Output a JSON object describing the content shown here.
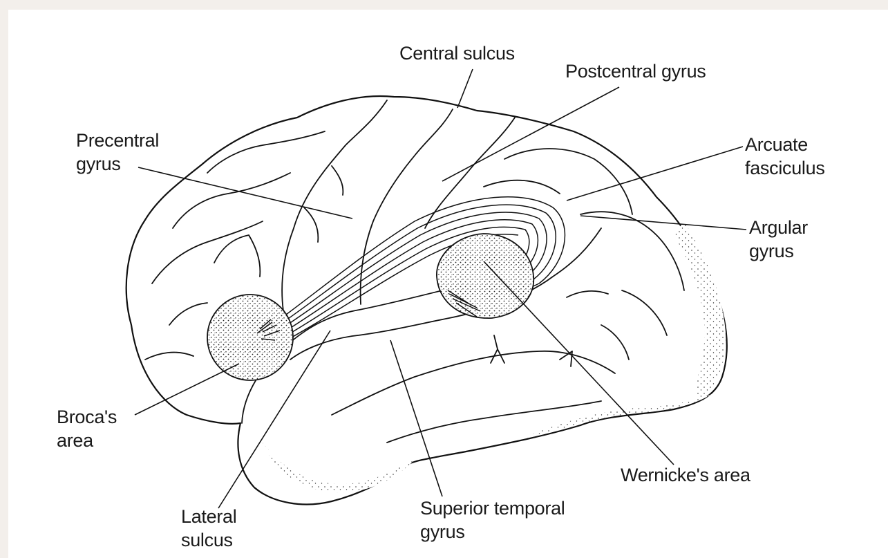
{
  "labels": {
    "central_sulcus": "Central sulcus",
    "postcentral_gyrus": "Postcentral gyrus",
    "precentral_gyrus": [
      "Precentral",
      "gyrus"
    ],
    "arcuate_fasciculus": [
      "Arcuate",
      "fasciculus"
    ],
    "angular_gyrus": [
      "Argular",
      "gyrus"
    ],
    "brocas_area": [
      "Broca's",
      "area"
    ],
    "wernickes_area": "Wernicke's area",
    "lateral_sulcus": [
      "Lateral",
      "sulcus"
    ],
    "superior_temporal_gyrus": [
      "Superior temporal",
      "gyrus"
    ]
  },
  "colors": {
    "ink": "#111111",
    "paper": "#ffffff",
    "border": "#f3efeb"
  }
}
